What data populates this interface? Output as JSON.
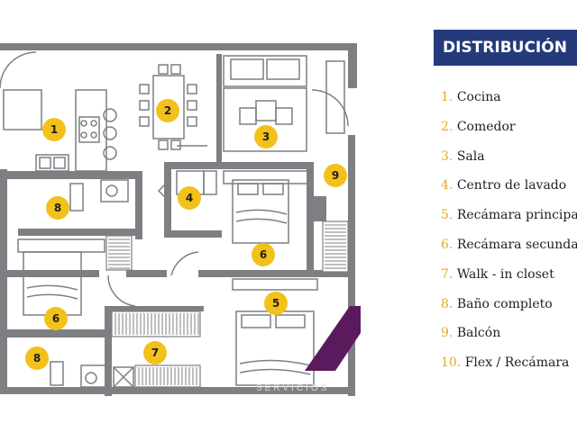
{
  "legend": {
    "title": "DISTRIBUCIÓN",
    "items": [
      {
        "num": "1.",
        "label": "Cocina"
      },
      {
        "num": "2.",
        "label": "Comedor"
      },
      {
        "num": "3.",
        "label": "Sala"
      },
      {
        "num": "4.",
        "label": "Centro de lavado"
      },
      {
        "num": "5.",
        "label": "Recámara principal"
      },
      {
        "num": "6.",
        "label": "Recámara secundaria"
      },
      {
        "num": "7.",
        "label": "Walk - in closet"
      },
      {
        "num": "8.",
        "label": "Baño completo"
      },
      {
        "num": "9.",
        "label": "Balcón"
      },
      {
        "num": "10.",
        "label": "Flex / Recámara"
      }
    ]
  },
  "plan": {
    "badges": {
      "cocina": "1",
      "comedor": "2",
      "sala": "3",
      "lavado": "4",
      "recamara_principal": "5",
      "recamara_secundaria_a": "6",
      "recamara_secundaria_b": "6",
      "walk_in_closet": "7",
      "bano_a": "8",
      "bano_b": "8",
      "balcon": "9"
    },
    "watermark": "SERVICIOS"
  },
  "colors": {
    "wall": "#7d7f83",
    "badge": "#f3c11b",
    "title_bg": "#243a7a",
    "legend_number": "#e2ac1f",
    "accent_stripe": "#5b1a5e"
  }
}
